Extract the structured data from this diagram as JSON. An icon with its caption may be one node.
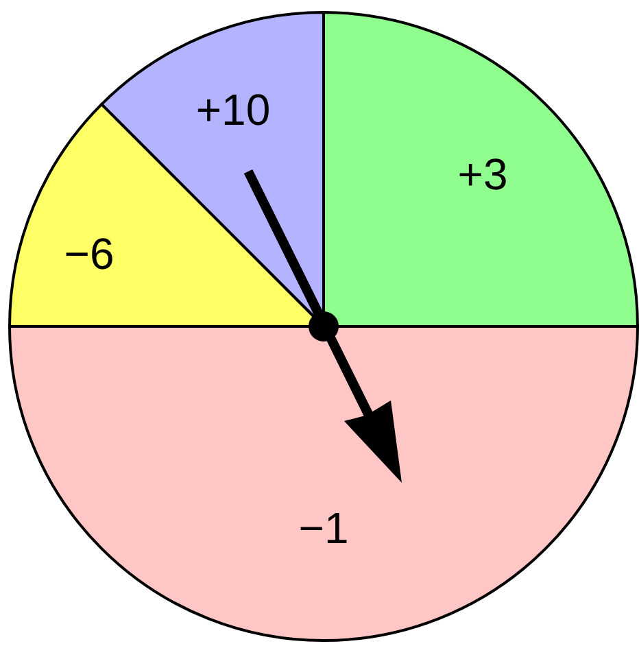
{
  "diagram": {
    "nodes": [
      {
        "text": [
          "+10"
        ]
      },
      {
        "text": [
          "+3"
        ]
      },
      {
        "text": [
          "−6"
        ]
      },
      {
        "text": [
          "−1"
        ]
      },
      {
        "text": [],
        "shape": "arrow"
      }
    ]
  }
}
